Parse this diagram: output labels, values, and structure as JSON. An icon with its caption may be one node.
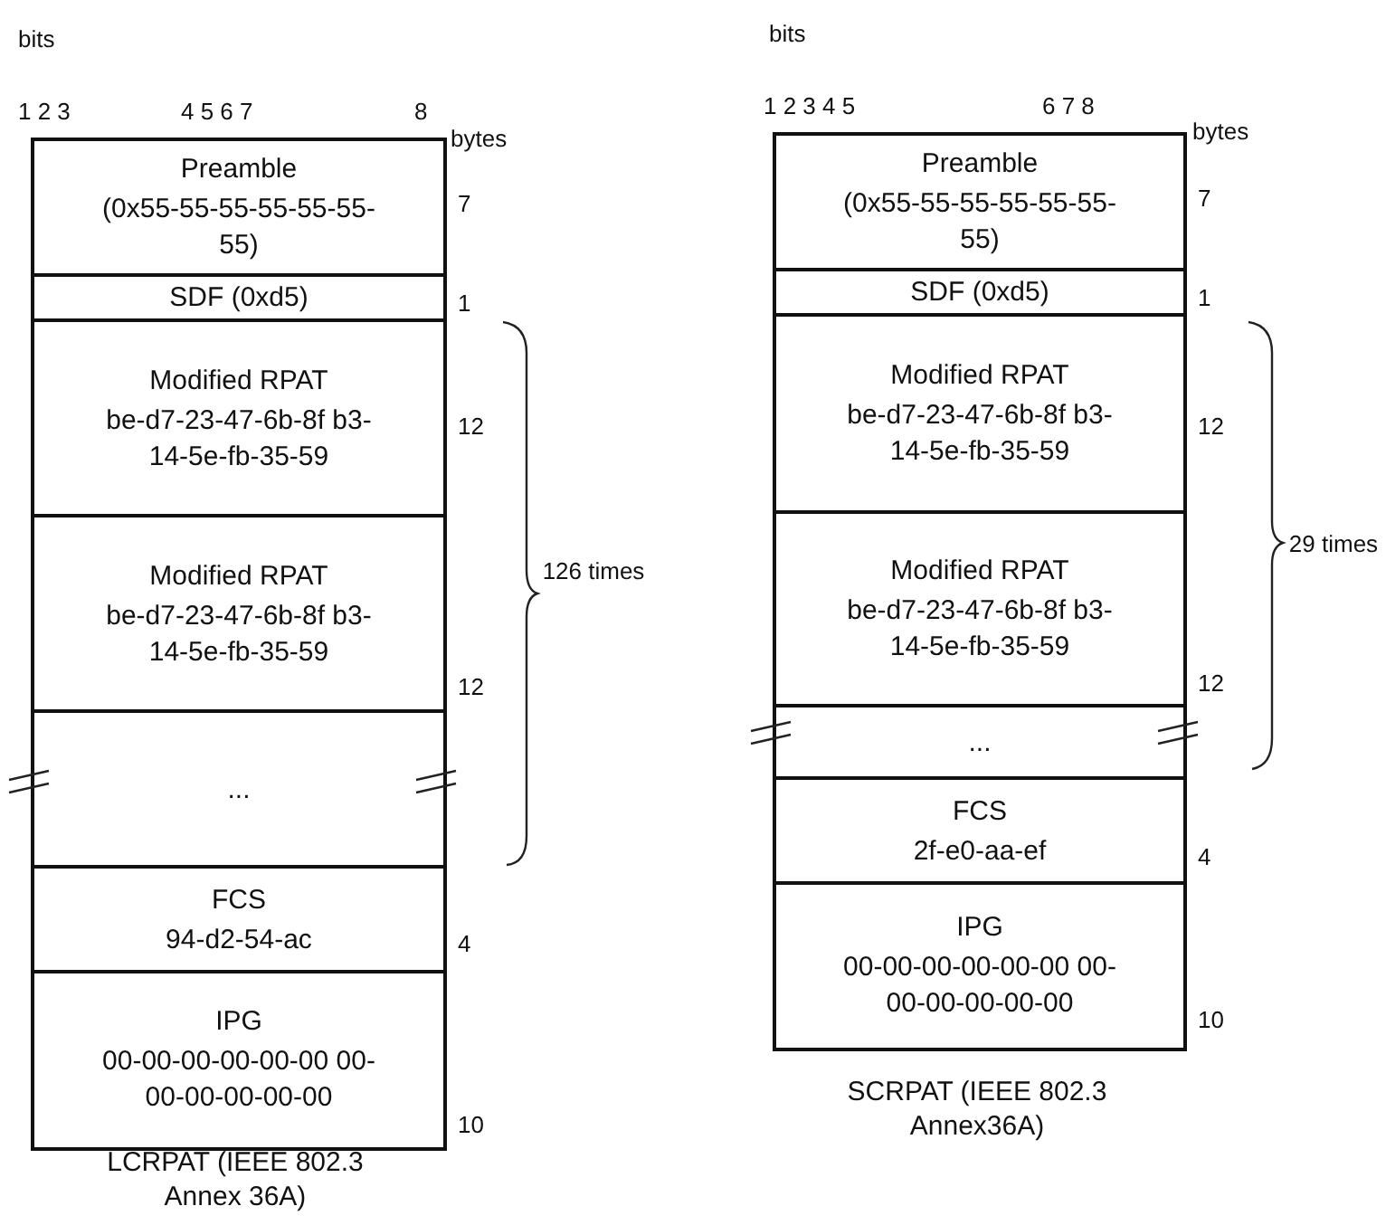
{
  "diagram": {
    "nodes": [
      {
        "text": [
          "Preamble",
          "(0x55-55-55-55-55-55-55)"
        ],
        "beside": [
          "7"
        ]
      },
      {
        "text": [
          "SDF (0xd5)"
        ],
        "beside": [
          "1"
        ]
      },
      {
        "text": [
          "Modified RPAT",
          "be-d7-23-47-6b-8f b3-14-5e-fb-35-59"
        ],
        "beside": [
          "12"
        ]
      },
      {
        "text": [
          "Modified RPAT",
          "be-d7-23-47-6b-8f b3-14-5e-fb-35-59"
        ],
        "beside": [
          "12"
        ]
      },
      {
        "text": [
          "..."
        ]
      },
      {
        "text": [
          "FCS",
          "94-d2-54-ac"
        ],
        "beside": [
          "4"
        ]
      },
      {
        "text": [
          "IPG",
          "00-00-00-00-00-00 00-00-00-00-00-00"
        ],
        "beside": [
          "10"
        ]
      },
      {
        "text": [
          "Preamble",
          "(0x55-55-55-55-55-55-55)"
        ],
        "beside": [
          "7"
        ]
      },
      {
        "text": [
          "SDF (0xd5)"
        ],
        "beside": [
          "1"
        ]
      },
      {
        "text": [
          "Modified RPAT",
          "be-d7-23-47-6b-8f b3-14-5e-fb-35-59"
        ],
        "beside": [
          "12"
        ]
      },
      {
        "text": [
          "Modified RPAT",
          "be-d7-23-47-6b-8f b3-14-5e-fb-35-59"
        ],
        "beside": [
          "12"
        ]
      },
      {
        "text": [
          "..."
        ]
      },
      {
        "text": [
          "FCS",
          "2f-e0-aa-ef"
        ],
        "beside": [
          "4"
        ]
      },
      {
        "text": [
          "IPG",
          "00-00-00-00-00-00 00-00-00-00-00-00"
        ],
        "beside": [
          "10"
        ]
      }
    ],
    "labels": [
      "bits",
      "1 2 3",
      "4 5 6 7",
      "8",
      "bytes",
      "126 times",
      "LCRPAT (IEEE 802.3 Annex 36A)",
      "bits",
      "1 2 3 4 5",
      "6 7 8",
      "bytes",
      "29 times",
      "SCRPAT (IEEE 802.3 Annex36A)"
    ]
  }
}
